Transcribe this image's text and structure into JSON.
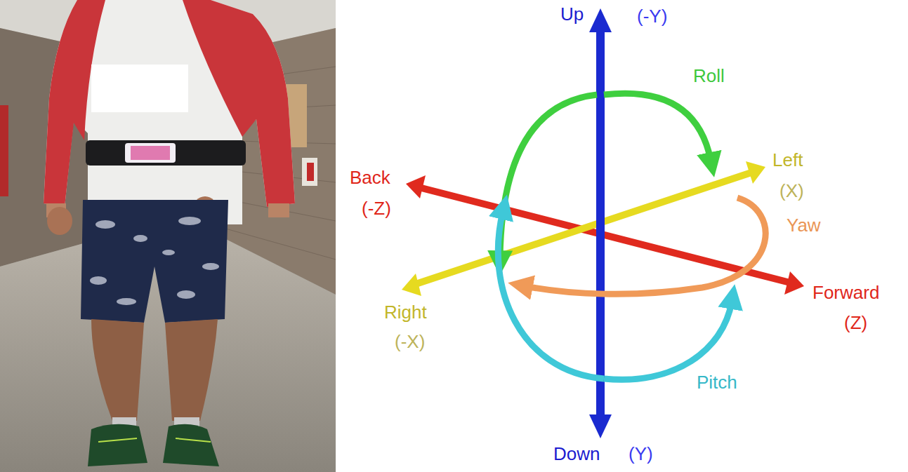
{
  "diagram": {
    "labels": [
      "Up",
      "(-Y)",
      "Roll",
      "Left",
      "(X)",
      "Yaw",
      "Back",
      "(-Z)",
      "Forward",
      "(Z)",
      "Right",
      "(-X)",
      "Pitch",
      "Down",
      "(Y)"
    ]
  }
}
